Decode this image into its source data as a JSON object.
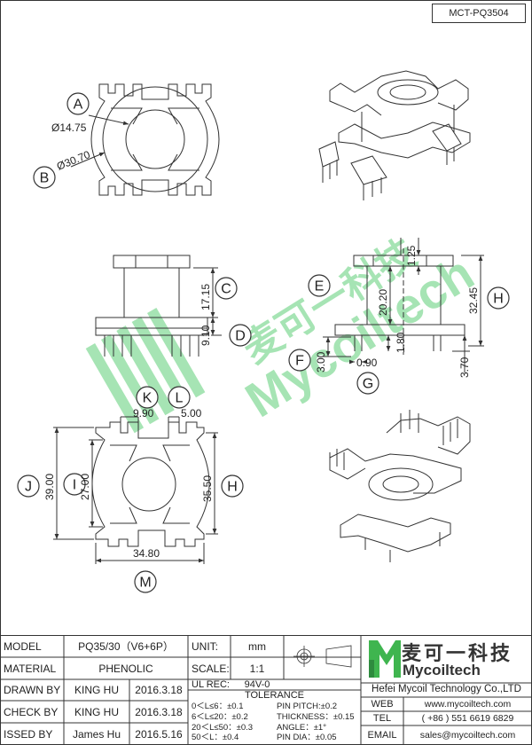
{
  "drawing_code": "MCT-PQ3504",
  "labels": {
    "A": "A",
    "B": "B",
    "C": "C",
    "D": "D",
    "E": "E",
    "F": "F",
    "G": "G",
    "H": "H",
    "I": "I",
    "J": "J",
    "K": "K",
    "L": "L",
    "M": "M"
  },
  "dims": {
    "inner_dia": "Ø14.75",
    "outer_dia": "Ø30.70",
    "c": "17.15",
    "d": "9.10",
    "e": "20.20",
    "top": "1.25",
    "h_side": "32.45",
    "bottom": "1.80",
    "f": "3.00",
    "g": "0.90",
    "pin_len": "3.70",
    "k": "9.90",
    "l": "5.00",
    "j": "39.00",
    "i": "27.00",
    "h_front": "35.50",
    "m": "34.80"
  },
  "watermark": {
    "cn": "麦可一科技",
    "en": "Mycoiltech"
  },
  "title_block": {
    "model_label": "MODEL",
    "model_value": "PQ35/30（V6+6P）",
    "material_label": "MATERIAL",
    "material_value": "PHENOLIC",
    "drawn_label": "DRAWN BY",
    "drawn_name": "KING HU",
    "drawn_date": "2016.3.18",
    "check_label": "CHECK BY",
    "check_name": "KING HU",
    "check_date": "2016.3.18",
    "issued_label": "ISSED BY",
    "issued_name": "James Hu",
    "issued_date": "2016.5.16",
    "unit_label": "UNIT:",
    "unit_value": "mm",
    "scale_label": "SCALE:",
    "scale_value": "1:1",
    "ul_label": "UL REC:",
    "ul_value": "94V-0",
    "tolerance_label": "TOLERANCE",
    "tol1": "0＜L≤6：±0.1",
    "tol2": "6＜L≤20：±0.2",
    "tol3": "20＜L≤50：±0.3",
    "tol4": "50＜L：±0.4",
    "tol5": "PIN PITCH:±0.2",
    "tol6": "THICKNESS：±0.15",
    "tol7": "ANGLE：±1°",
    "tol8": "PIN DIA：±0.05",
    "company_cn": "麦可一科技",
    "company_en": "Mycoiltech",
    "company_full": "Hefei Mycoil Technology Co.,LTD",
    "web_label": "WEB",
    "web_value": "www.mycoiltech.com",
    "tel_label": "TEL",
    "tel_value": "( +86 ) 551 6619 6829",
    "email_label": "EMAIL",
    "email_value": "sales@mycoiltech.com"
  },
  "colors": {
    "line": "#333333",
    "watermark": "#5fcf77",
    "logo_green": "#3fb54f"
  }
}
